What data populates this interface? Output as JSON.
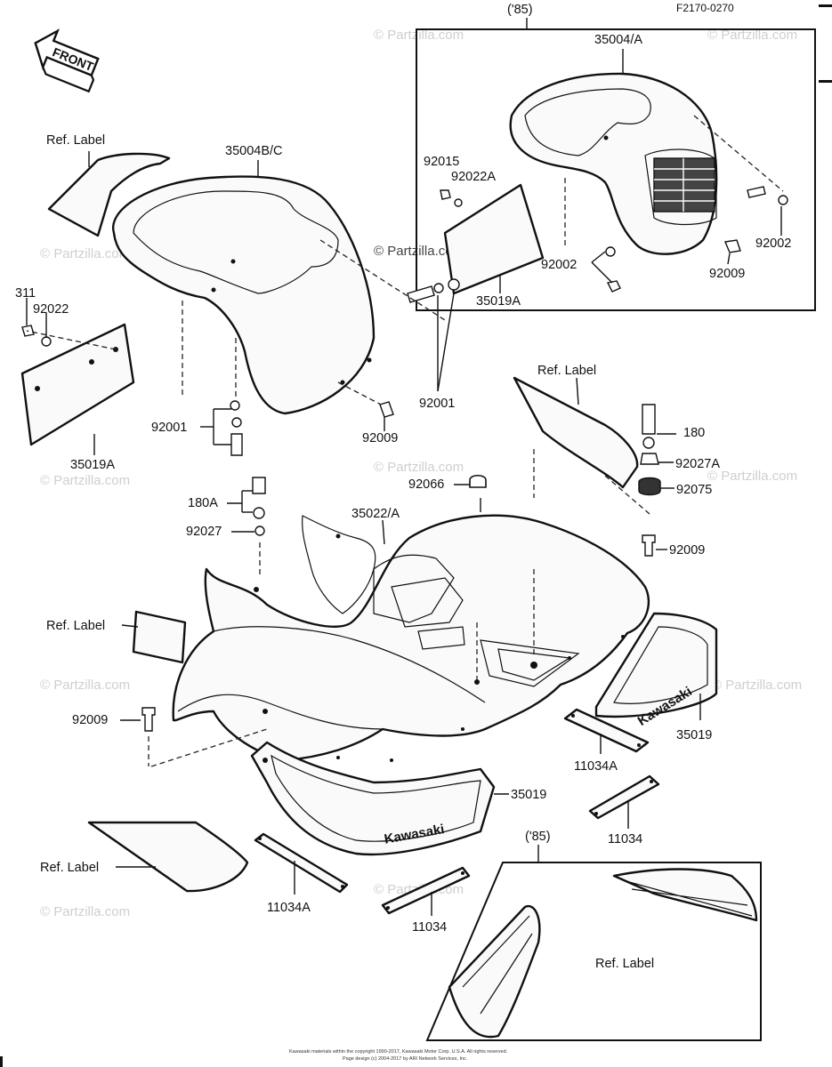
{
  "diagram_code": "F2170-0270",
  "front_label": "FRONT",
  "watermark": "© Partzilla.com",
  "inset_tag": "('85)",
  "ref_label": "Ref. Label",
  "brand_text": "Kawasaki",
  "copyright_lines": [
    "Kawasaki materials within the copyright 1990-2017, Kawasaki Motor Corp. U.S.A. All rights reserved.",
    "Page design (c) 2004-2017 by ARI Network Services, Inc."
  ],
  "parts": {
    "p35004A": "35004/A",
    "p35004BC": "35004B/C",
    "p92015": "92015",
    "p92022A": "92022A",
    "p92002_a": "92002",
    "p92002_b": "92002",
    "p92009_inset": "92009",
    "p35019A_inset": "35019A",
    "p311": "311",
    "p92022": "92022",
    "p92001_left": "92001",
    "p92001_right": "92001",
    "p92009_left": "92009",
    "p35019A": "35019A",
    "p180": "180",
    "p92027A": "92027A",
    "p92075": "92075",
    "p92009_right": "92009",
    "p92066": "92066",
    "p180A": "180A",
    "p92027": "92027",
    "p35022A": "35022/A",
    "p92009_bottom": "92009",
    "p35019_right": "35019",
    "p35019_center": "35019",
    "p11034A_right": "11034A",
    "p11034_right": "11034",
    "p11034A_bottom": "11034A",
    "p11034_bottom": "11034"
  },
  "ref_labels": {
    "top_left": "Ref. Label",
    "right_mid": "Ref. Label",
    "left_mid": "Ref. Label",
    "bottom_left": "Ref. Label",
    "inset_bottom": "Ref. Label"
  }
}
